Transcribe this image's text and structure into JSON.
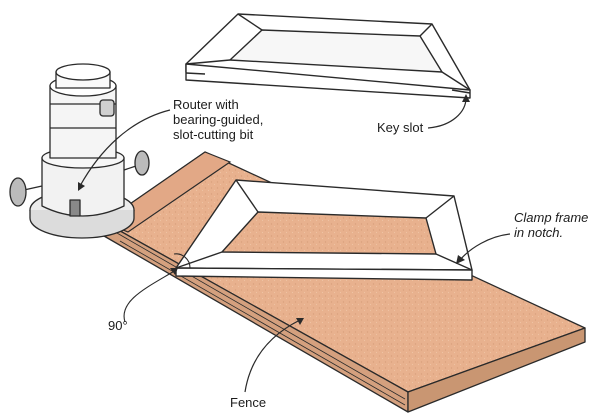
{
  "labels": {
    "router": [
      "Router with",
      "bearing-guided,",
      "slot-cutting bit"
    ],
    "key_slot": "Key slot",
    "clamp": [
      "Clamp frame",
      "in notch."
    ],
    "angle": "90°",
    "fence": "Fence"
  },
  "colors": {
    "plywood": "#e8b18e",
    "plywood_edge": "#d4a07e",
    "frame_wood": "#ffffff",
    "ink": "#2a2a2a",
    "router_shade": "#e6e6e6"
  }
}
